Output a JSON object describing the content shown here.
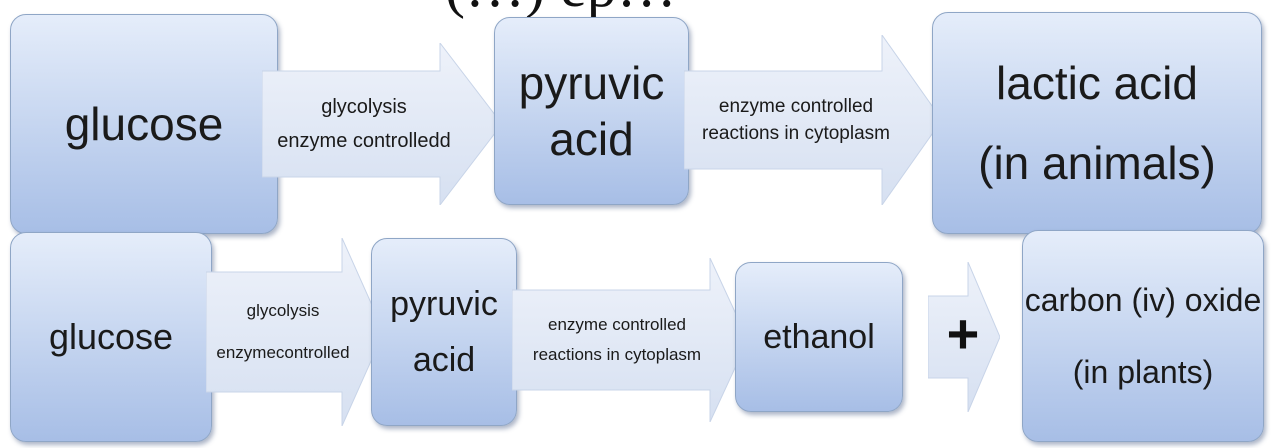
{
  "cut_title": "(…) ep…",
  "row1": {
    "glucose": "glucose",
    "arrow1": {
      "line1": "glycolysis",
      "line2": "enzyme controlledd"
    },
    "pyruvic": {
      "line1": "pyruvic",
      "line2": "acid"
    },
    "arrow2": {
      "line1": "enzyme controlled",
      "line2": "reactions in cytoplasm"
    },
    "lactic": {
      "line1": "lactic acid",
      "line2": "(in animals)"
    }
  },
  "row2": {
    "glucose": "glucose",
    "arrow1": {
      "line1": "glycolysis",
      "line2": "enzymecontrolled"
    },
    "pyruvic": {
      "line1": "pyruvic",
      "line2": "acid"
    },
    "arrow2": {
      "line1": "enzyme controlled",
      "line2": "reactions in cytoplasm"
    },
    "ethanol": "ethanol",
    "plus": "+",
    "carbon": {
      "line1": "carbon (iv) oxide",
      "line2": "(in plants)"
    }
  },
  "colors": {
    "box_top": "#e5edfa",
    "box_bottom": "#a7bee6",
    "arrow_fill": "#e4ebf7",
    "border": "#8fa6c6"
  }
}
